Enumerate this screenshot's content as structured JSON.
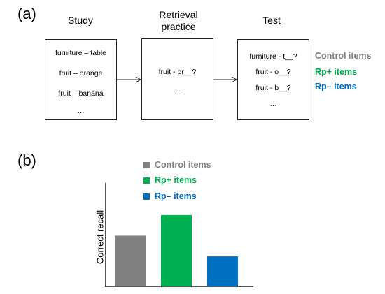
{
  "panel_a": {
    "label": "(a)",
    "stages": [
      {
        "title": "Study",
        "items": [
          "furniture – table",
          "fruit – orange",
          "fruit – banana",
          "…"
        ]
      },
      {
        "title": "Retrieval practice",
        "items": [
          "fruit - or__?",
          "…"
        ]
      },
      {
        "title": "Test",
        "items": [
          "furniture - t__?",
          "fruit - o__?",
          "fruit - b__?",
          "…"
        ]
      }
    ],
    "category_labels": [
      {
        "text": "Control items",
        "color": "#808080"
      },
      {
        "text": "Rp+ items",
        "color": "#00b050"
      },
      {
        "text": "Rp– items",
        "color": "#0070c0"
      }
    ]
  },
  "panel_b": {
    "label": "(b)",
    "chart_data": {
      "type": "bar",
      "categories": [
        "Control items",
        "Rp+ items",
        "Rp– items"
      ],
      "values": [
        0.49,
        0.69,
        0.29
      ],
      "colors": [
        "#808080",
        "#00b050",
        "#0070c0"
      ],
      "ylabel": "Correct recall",
      "xlabel": "",
      "ylim": [
        0,
        1
      ],
      "grid": false,
      "legend": "top"
    }
  }
}
